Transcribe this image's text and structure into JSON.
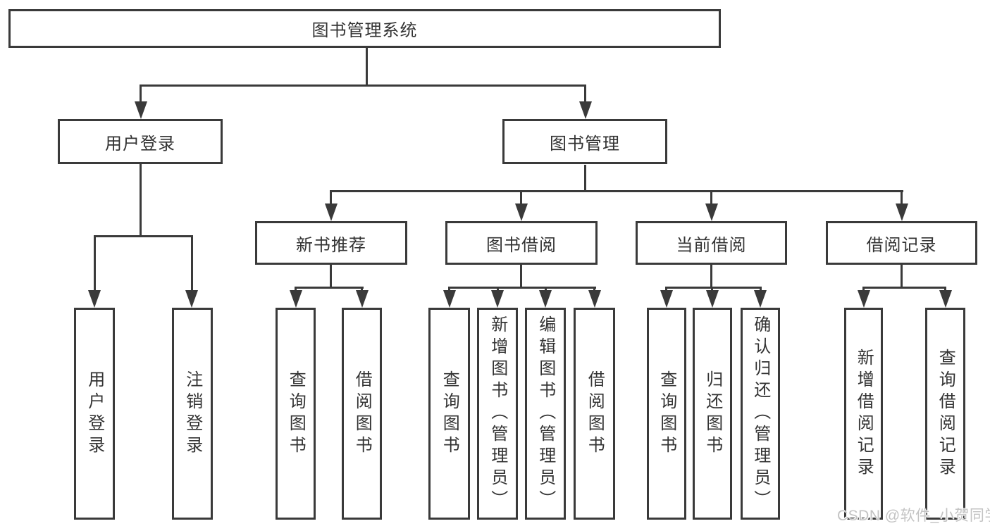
{
  "diagram": {
    "root": "图书管理系统",
    "level2": [
      "用户登录",
      "图书管理"
    ],
    "level3": [
      "新书推荐",
      "图书借阅",
      "当前借阅",
      "借阅记录"
    ],
    "leaves_user_login": [
      "用户登录",
      "注销登录"
    ],
    "leaves_new_book": [
      "查询图书",
      "借阅图书"
    ],
    "leaves_book_borrow": [
      "查询图书",
      "新增图书（管理员）",
      "编辑图书（管理员）",
      "借阅图书"
    ],
    "leaves_current_borrow": [
      "查询图书",
      "归还图书",
      "确认归还（管理员）"
    ],
    "leaves_borrow_record": [
      "新增借阅记录",
      "查询借阅记录"
    ]
  },
  "watermark": "CSDN @软件_小贺同学",
  "colors": {
    "line": "#3a3a3a",
    "text": "#333333",
    "background": "#ffffff",
    "watermark": "#c3c3c3"
  }
}
